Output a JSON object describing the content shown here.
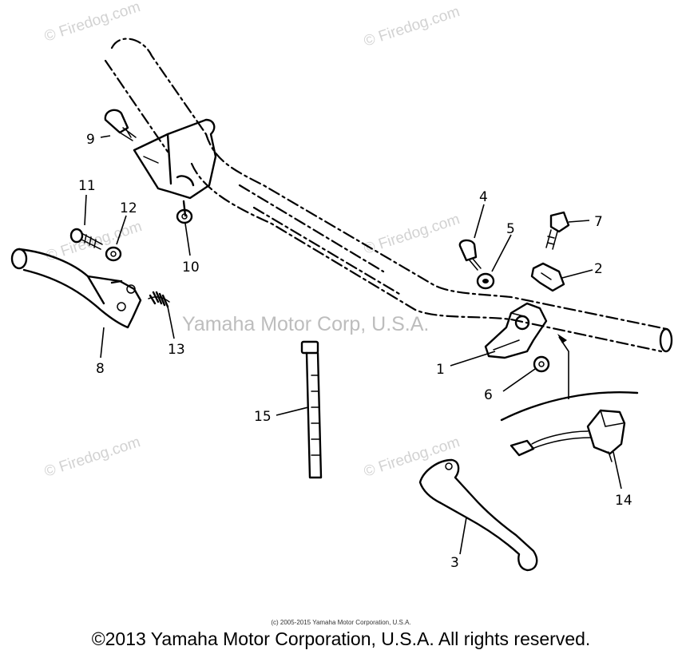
{
  "watermarks": {
    "site": "© Firedog.com",
    "center": "Yamaha Motor Corp, U.S.A."
  },
  "callouts": {
    "c1": "1",
    "c2": "2",
    "c3": "3",
    "c4": "4",
    "c5": "5",
    "c6": "6",
    "c7": "7",
    "c8": "8",
    "c9": "9",
    "c10": "10",
    "c11": "11",
    "c12": "12",
    "c13": "13",
    "c14": "14",
    "c15": "15"
  },
  "small_copyright": "(c) 2005-2015 Yamaha Motor Corporation, U.S.A.",
  "footer": "©2013 Yamaha Motor Corporation, U.S.A. All rights reserved.",
  "colors": {
    "ink": "#000000",
    "watermark": "#d2d2d2",
    "background": "#ffffff"
  }
}
